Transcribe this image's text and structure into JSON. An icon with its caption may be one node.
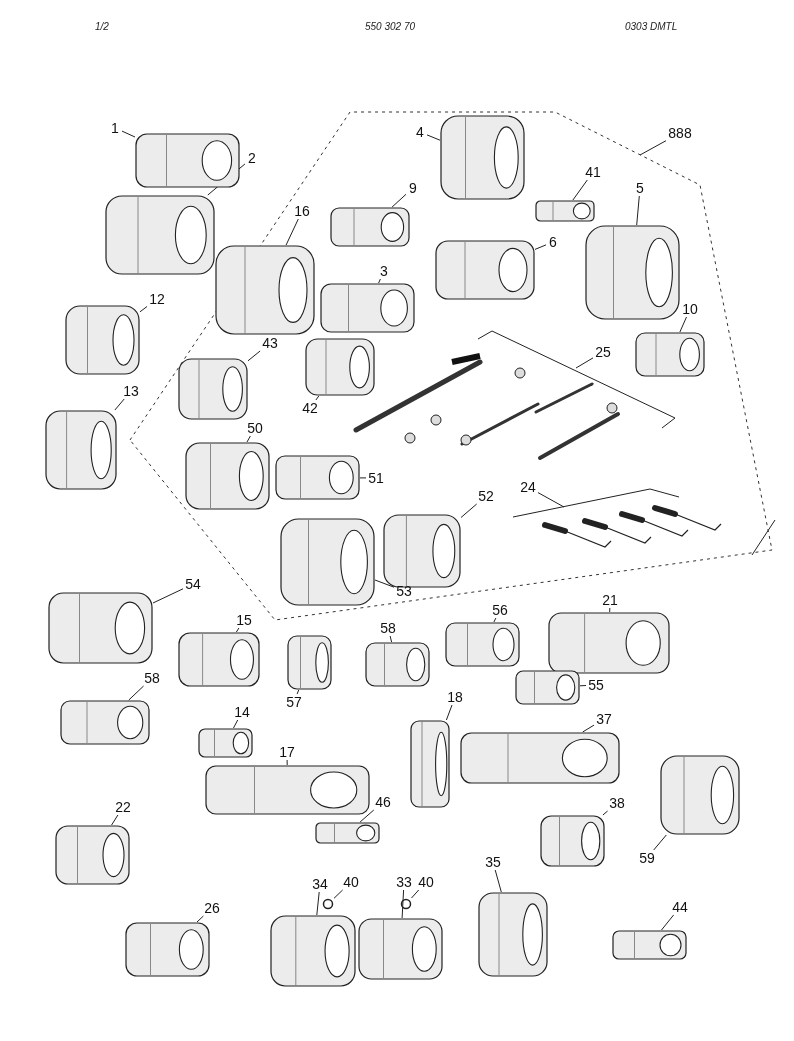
{
  "diagram": {
    "nodes": [
      {
        "text": [
          "1"
        ]
      },
      {
        "text": [],
        "shape": "picture"
      },
      {
        "text": [
          "2"
        ]
      },
      {
        "text": [],
        "shape": "picture"
      },
      {
        "text": [
          "12"
        ]
      },
      {
        "text": [],
        "shape": "picture"
      },
      {
        "text": [
          "13"
        ]
      },
      {
        "text": [],
        "shape": "picture"
      },
      {
        "text": [
          "888"
        ]
      },
      {
        "text": [],
        "shape": "polygon"
      },
      {
        "text": [
          "4"
        ],
        "in": 9
      },
      {
        "text": [],
        "shape": "picture",
        "in": 9
      },
      {
        "text": [
          "41"
        ],
        "in": 9
      },
      {
        "text": [],
        "shape": "picture",
        "in": 9
      },
      {
        "text": [
          "5"
        ],
        "in": 9
      },
      {
        "text": [],
        "shape": "picture",
        "in": 9
      },
      {
        "text": [
          "9"
        ],
        "in": 9
      },
      {
        "text": [],
        "shape": "picture",
        "in": 9
      },
      {
        "text": [
          "6"
        ],
        "in": 9
      },
      {
        "text": [],
        "shape": "picture",
        "in": 9
      },
      {
        "text": [
          "16"
        ],
        "in": 9
      },
      {
        "text": [],
        "shape": "picture",
        "in": 9
      },
      {
        "text": [
          "3"
        ],
        "in": 9
      },
      {
        "text": [],
        "shape": "picture",
        "in": 9
      },
      {
        "text": [
          "10"
        ],
        "in": 9
      },
      {
        "text": [],
        "shape": "picture",
        "in": 9
      },
      {
        "text": [
          "43"
        ],
        "in": 9
      },
      {
        "text": [],
        "shape": "picture",
        "in": 9
      },
      {
        "text": [
          "42"
        ],
        "in": 9
      },
      {
        "text": [],
        "shape": "picture",
        "in": 9
      },
      {
        "text": [
          "25"
        ],
        "in": 9
      },
      {
        "text": [
          "50"
        ],
        "in": 9
      },
      {
        "text": [],
        "shape": "picture",
        "in": 9
      },
      {
        "text": [
          "51"
        ],
        "in": 9
      },
      {
        "text": [],
        "shape": "picture",
        "in": 9
      },
      {
        "text": [
          "52"
        ],
        "in": 9
      },
      {
        "text": [],
        "shape": "picture",
        "in": 9
      },
      {
        "text": [
          "24"
        ],
        "in": 9
      },
      {
        "text": [
          "53"
        ],
        "in": 9
      },
      {
        "text": [],
        "shape": "picture",
        "in": 9
      },
      {
        "text": [
          "54"
        ]
      },
      {
        "text": [],
        "shape": "picture"
      },
      {
        "text": [
          "15"
        ]
      },
      {
        "text": [],
        "shape": "picture"
      },
      {
        "text": [
          "57"
        ]
      },
      {
        "text": [],
        "shape": "picture"
      },
      {
        "text": [
          "58"
        ]
      },
      {
        "text": [],
        "shape": "picture"
      },
      {
        "text": [
          "56"
        ]
      },
      {
        "text": [],
        "shape": "picture"
      },
      {
        "text": [
          "21"
        ]
      },
      {
        "text": [],
        "shape": "picture"
      },
      {
        "text": [
          "58"
        ]
      },
      {
        "text": [],
        "shape": "picture"
      },
      {
        "text": [
          "55"
        ]
      },
      {
        "text": [],
        "shape": "picture"
      },
      {
        "text": [
          "14"
        ]
      },
      {
        "text": [],
        "shape": "picture"
      },
      {
        "text": [
          "18"
        ]
      },
      {
        "text": [],
        "shape": "picture"
      },
      {
        "text": [
          "37"
        ]
      },
      {
        "text": [],
        "shape": "picture"
      },
      {
        "text": [
          "17"
        ]
      },
      {
        "text": [],
        "shape": "picture"
      },
      {
        "text": [
          "46"
        ]
      },
      {
        "text": [],
        "shape": "picture"
      },
      {
        "text": [
          "22"
        ]
      },
      {
        "text": [],
        "shape": "picture"
      },
      {
        "text": [
          "38"
        ]
      },
      {
        "text": [],
        "shape": "picture"
      },
      {
        "text": [
          "59"
        ]
      },
      {
        "text": [],
        "shape": "picture"
      },
      {
        "text": [
          "34"
        ]
      },
      {
        "text": [],
        "shape": "picture"
      },
      {
        "text": [
          "40"
        ]
      },
      {
        "text": [],
        "shape": "circle"
      },
      {
        "text": [
          "33"
        ]
      },
      {
        "text": [],
        "shape": "picture"
      },
      {
        "text": [
          "40"
        ]
      },
      {
        "text": [],
        "shape": "circle"
      },
      {
        "text": [
          "35"
        ]
      },
      {
        "text": [],
        "shape": "picture"
      },
      {
        "text": [
          "26"
        ]
      },
      {
        "text": [],
        "shape": "picture"
      },
      {
        "text": [
          "44"
        ]
      },
      {
        "text": [],
        "shape": "picture"
      }
    ],
    "edges": [
      {
        "from": 0,
        "to": 1,
        "arrow": "none"
      },
      {
        "from": 2,
        "to": 3,
        "arrow": "none"
      },
      {
        "from": 4,
        "to": 5,
        "arrow": "none"
      },
      {
        "from": 6,
        "to": 7,
        "arrow": "none"
      },
      {
        "from": 8,
        "to": 9,
        "arrow": "none"
      },
      {
        "from": 10,
        "to": 11,
        "arrow": "none"
      },
      {
        "from": 12,
        "to": 13,
        "arrow": "none"
      },
      {
        "from": 14,
        "to": 15,
        "arrow": "none"
      },
      {
        "from": 16,
        "to": 17,
        "arrow": "none"
      },
      {
        "from": 18,
        "to": 19,
        "arrow": "none"
      },
      {
        "from": 20,
        "to": 21,
        "arrow": "none"
      },
      {
        "from": 22,
        "to": 23,
        "arrow": "none"
      },
      {
        "from": 24,
        "to": 25,
        "arrow": "none"
      },
      {
        "from": 26,
        "to": 27,
        "arrow": "none"
      },
      {
        "from": 28,
        "to": 29,
        "arrow": "none"
      },
      {
        "from": 30,
        "to": null,
        "arrow": "none"
      },
      {
        "from": 31,
        "to": 32,
        "arrow": "none"
      },
      {
        "from": 33,
        "to": 34,
        "arrow": "none"
      },
      {
        "from": 35,
        "to": 36,
        "arrow": "none"
      },
      {
        "from": 37,
        "to": null,
        "arrow": "none"
      },
      {
        "from": 38,
        "to": 39,
        "arrow": "none"
      },
      {
        "from": 40,
        "to": 41,
        "arrow": "none"
      },
      {
        "from": 42,
        "to": 43,
        "arrow": "none"
      },
      {
        "from": 44,
        "to": 45,
        "arrow": "none"
      },
      {
        "from": 46,
        "to": 47,
        "arrow": "none"
      },
      {
        "from": 48,
        "to": 49,
        "arrow": "none"
      },
      {
        "from": 50,
        "to": 51,
        "arrow": "none"
      },
      {
        "from": 52,
        "to": 53,
        "arrow": "none"
      },
      {
        "from": 54,
        "to": 55,
        "arrow": "none"
      },
      {
        "from": 56,
        "to": 57,
        "arrow": "none"
      },
      {
        "from": 58,
        "to": 59,
        "arrow": "none"
      },
      {
        "from": 60,
        "to": 61,
        "arrow": "none"
      },
      {
        "from": 62,
        "to": 63,
        "arrow": "none"
      },
      {
        "from": 64,
        "to": 65,
        "arrow": "none"
      },
      {
        "from": 66,
        "to": 67,
        "arrow": "none"
      },
      {
        "from": 68,
        "to": 69,
        "arrow": "none"
      },
      {
        "from": 70,
        "to": 71,
        "arrow": "none"
      },
      {
        "from": 72,
        "to": 73,
        "arrow": "none"
      },
      {
        "from": 74,
        "to": 75,
        "arrow": "none"
      },
      {
        "from": 76,
        "to": 77,
        "arrow": "none"
      },
      {
        "from": 78,
        "to": 79,
        "arrow": "none"
      },
      {
        "from": 80,
        "to": 81,
        "arrow": "none"
      },
      {
        "from": 82,
        "to": 83,
        "arrow": "none"
      },
      {
        "from": 84,
        "to": 85,
        "arrow": "none"
      }
    ],
    "labels": [
      "1/2",
      "550 302 70",
      "0303 DMTL"
    ]
  }
}
